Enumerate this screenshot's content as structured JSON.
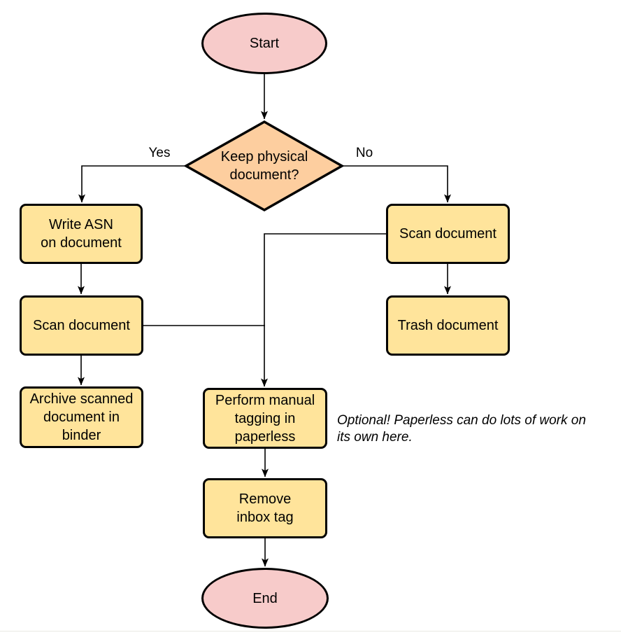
{
  "diagram": {
    "type": "flowchart",
    "nodes": {
      "start": {
        "label": "Start",
        "shape": "terminal"
      },
      "decision": {
        "label": "Keep physical\ndocument?",
        "shape": "decision"
      },
      "write_asn": {
        "label": "Write ASN\non document",
        "shape": "process"
      },
      "scan_left": {
        "label": "Scan document",
        "shape": "process"
      },
      "archive": {
        "label": "Archive scanned\ndocument in\nbinder",
        "shape": "process"
      },
      "scan_right": {
        "label": "Scan document",
        "shape": "process"
      },
      "trash": {
        "label": "Trash document",
        "shape": "process"
      },
      "tagging": {
        "label": "Perform manual\ntagging in\npaperless",
        "shape": "process"
      },
      "remove_inbox": {
        "label": "Remove\ninbox tag",
        "shape": "process"
      },
      "end": {
        "label": "End",
        "shape": "terminal"
      }
    },
    "edges": [
      {
        "from": "start",
        "to": "decision",
        "label": ""
      },
      {
        "from": "decision",
        "to": "write_asn",
        "label": "Yes"
      },
      {
        "from": "decision",
        "to": "scan_right",
        "label": "No"
      },
      {
        "from": "write_asn",
        "to": "scan_left",
        "label": ""
      },
      {
        "from": "scan_left",
        "to": "archive",
        "label": ""
      },
      {
        "from": "scan_right",
        "to": "trash",
        "label": ""
      },
      {
        "from": "scan_right",
        "to": "tagging",
        "label": ""
      },
      {
        "from": "scan_left",
        "to": "tagging",
        "label": ""
      },
      {
        "from": "tagging",
        "to": "remove_inbox",
        "label": ""
      },
      {
        "from": "remove_inbox",
        "to": "end",
        "label": ""
      }
    ],
    "note": "Optional! Paperless can do lots of work on\nits own here.",
    "colors": {
      "terminal_fill": "#f7cbca",
      "decision_fill": "#fdce9f",
      "process_fill": "#ffe49b",
      "stroke_color": "#000000",
      "edge_color": "#000000",
      "rule_color": "#e9e9e2"
    }
  }
}
